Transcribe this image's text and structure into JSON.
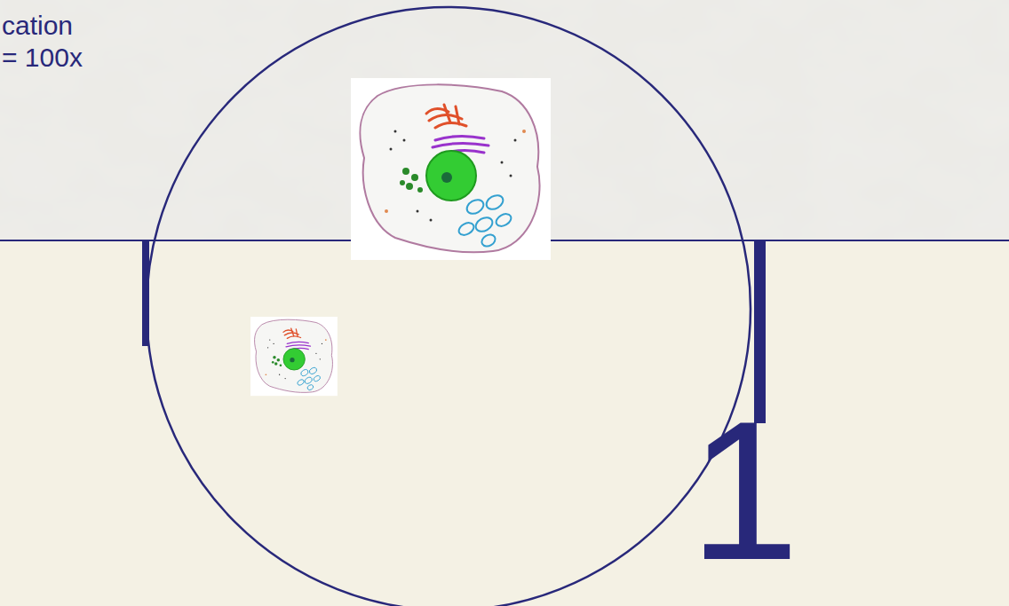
{
  "diagram": {
    "labels": [
      "cation",
      "= 100x",
      "1"
    ]
  }
}
